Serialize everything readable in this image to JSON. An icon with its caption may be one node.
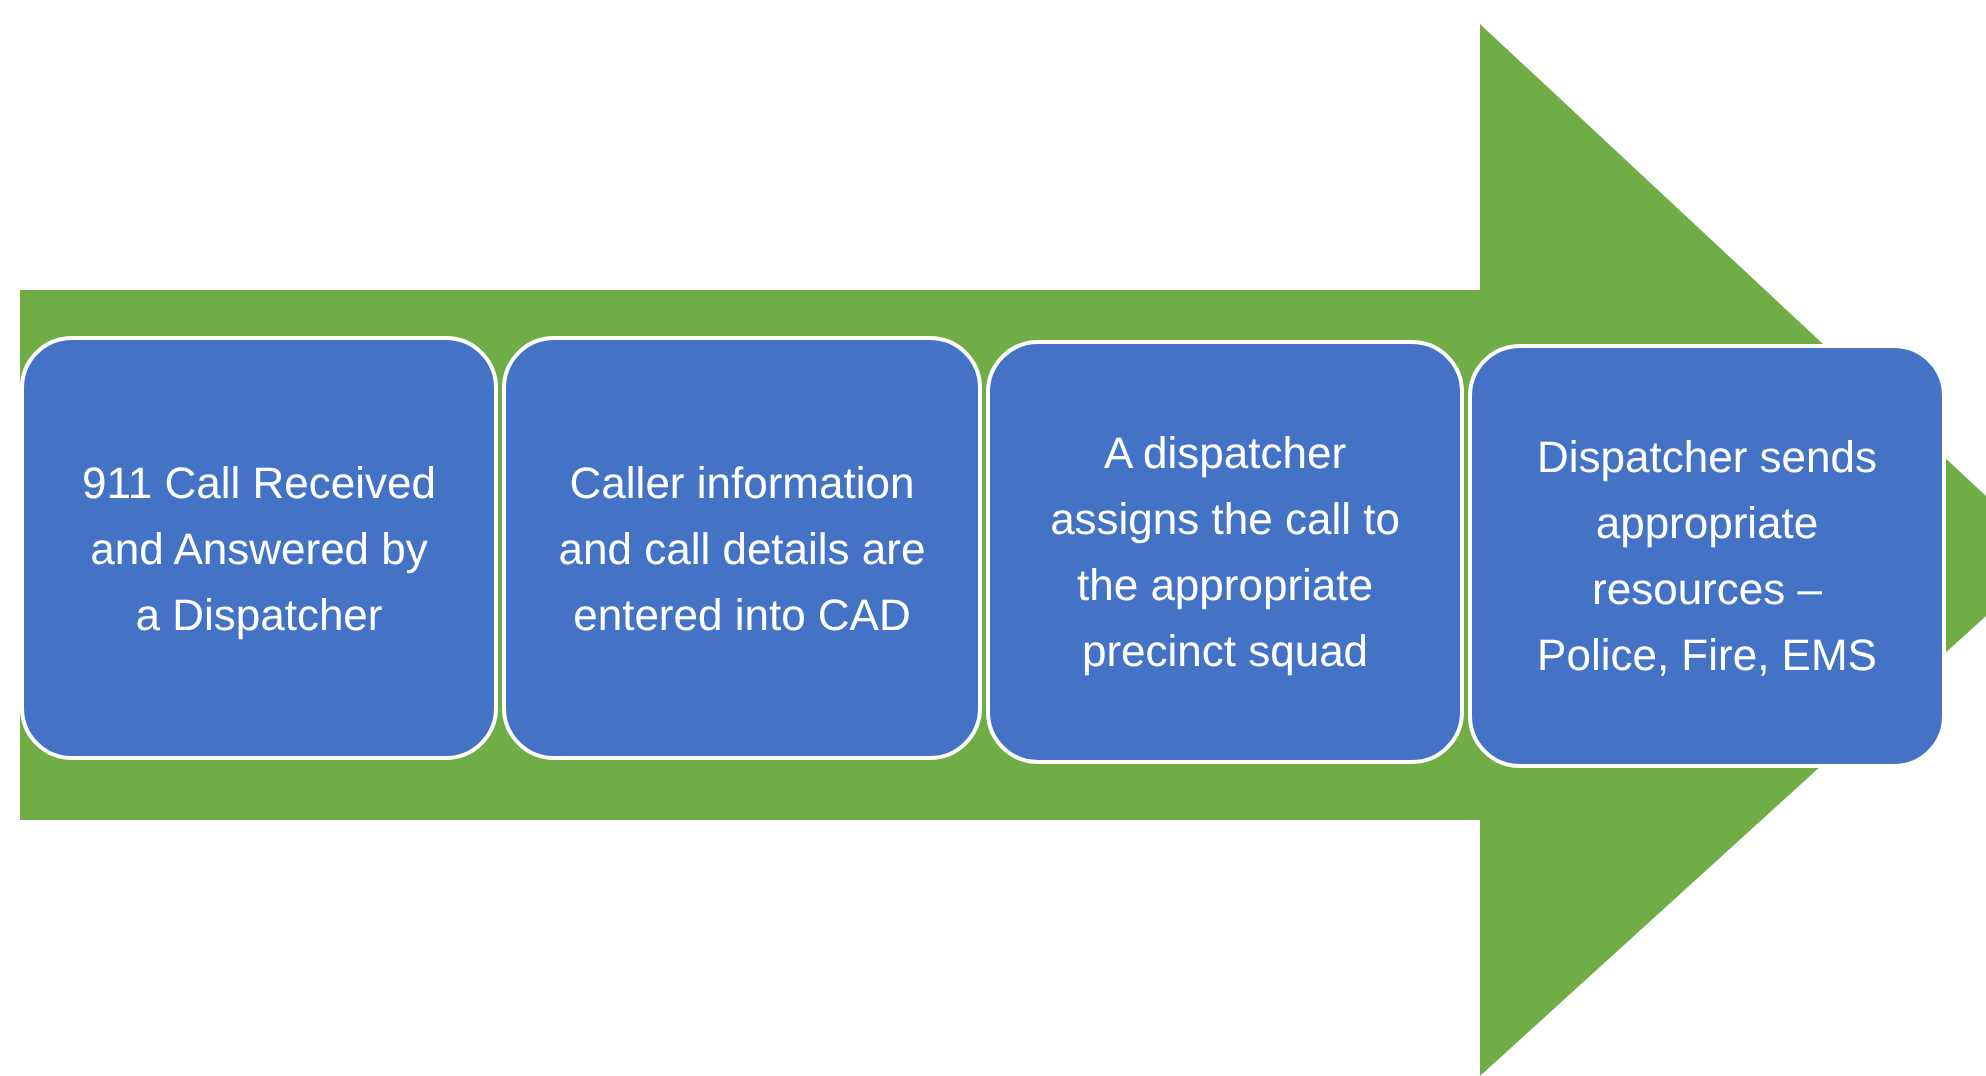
{
  "diagram": {
    "nodes": [
      {
        "text": [
          "911 Call Received and Answered by a Dispatcher"
        ]
      },
      {
        "text": [
          "Caller information and call details are entered into CAD"
        ]
      },
      {
        "text": [
          "A dispatcher assigns the call to the appropriate precinct squad"
        ]
      },
      {
        "text": [
          "Dispatcher sends appropriate resources – Police, Fire, EMS"
        ]
      }
    ],
    "edges": [
      {
        "from": 0,
        "to": 3,
        "arrow": "to"
      }
    ]
  }
}
